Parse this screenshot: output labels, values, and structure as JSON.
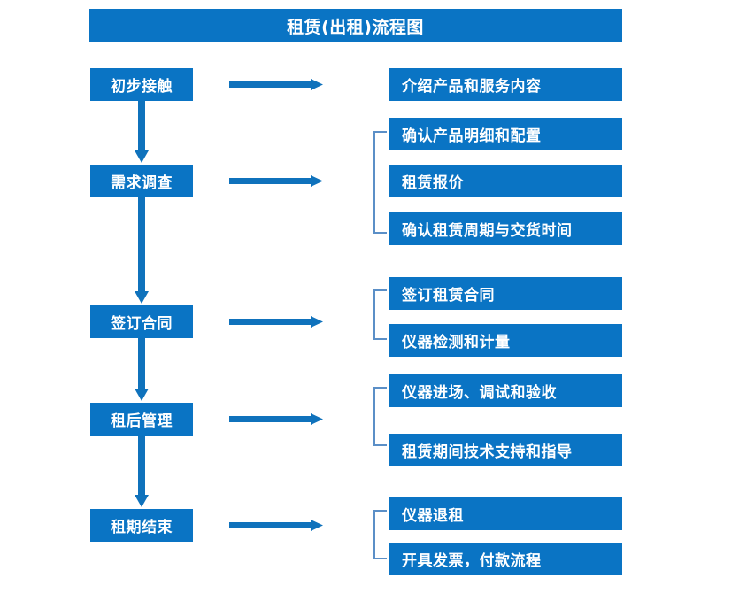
{
  "diagram": {
    "title": "租赁(出租)流程图",
    "colors": {
      "box_fill": "#0a74c4",
      "box_text": "#ffffff",
      "arrow": "#0f72bc",
      "bracket": "#5b8fc7",
      "background": "#ffffff"
    },
    "stages": [
      {
        "id": "stage-1",
        "label": "初步接触"
      },
      {
        "id": "stage-2",
        "label": "需求调查"
      },
      {
        "id": "stage-3",
        "label": "签订合同"
      },
      {
        "id": "stage-4",
        "label": "租后管理"
      },
      {
        "id": "stage-5",
        "label": "租期结束"
      }
    ],
    "details": [
      {
        "id": "detail-1",
        "label": "介绍产品和服务内容",
        "group": 1
      },
      {
        "id": "detail-2",
        "label": "确认产品明细和配置",
        "group": 2
      },
      {
        "id": "detail-3",
        "label": "租赁报价",
        "group": 2
      },
      {
        "id": "detail-4",
        "label": "确认租赁周期与交货时间",
        "group": 2
      },
      {
        "id": "detail-5",
        "label": "签订租赁合同",
        "group": 3
      },
      {
        "id": "detail-6",
        "label": "仪器检测和计量",
        "group": 3
      },
      {
        "id": "detail-7",
        "label": "仪器进场、调试和验收",
        "group": 4
      },
      {
        "id": "detail-8",
        "label": "租赁期间技术支持和指导",
        "group": 4
      },
      {
        "id": "detail-9",
        "label": "仪器退租",
        "group": 5
      },
      {
        "id": "detail-10",
        "label": "开具发票，付款流程",
        "group": 5
      }
    ],
    "connectors": {
      "horizontal_arrows": 5,
      "vertical_arrows": 4,
      "brackets": 4
    }
  }
}
